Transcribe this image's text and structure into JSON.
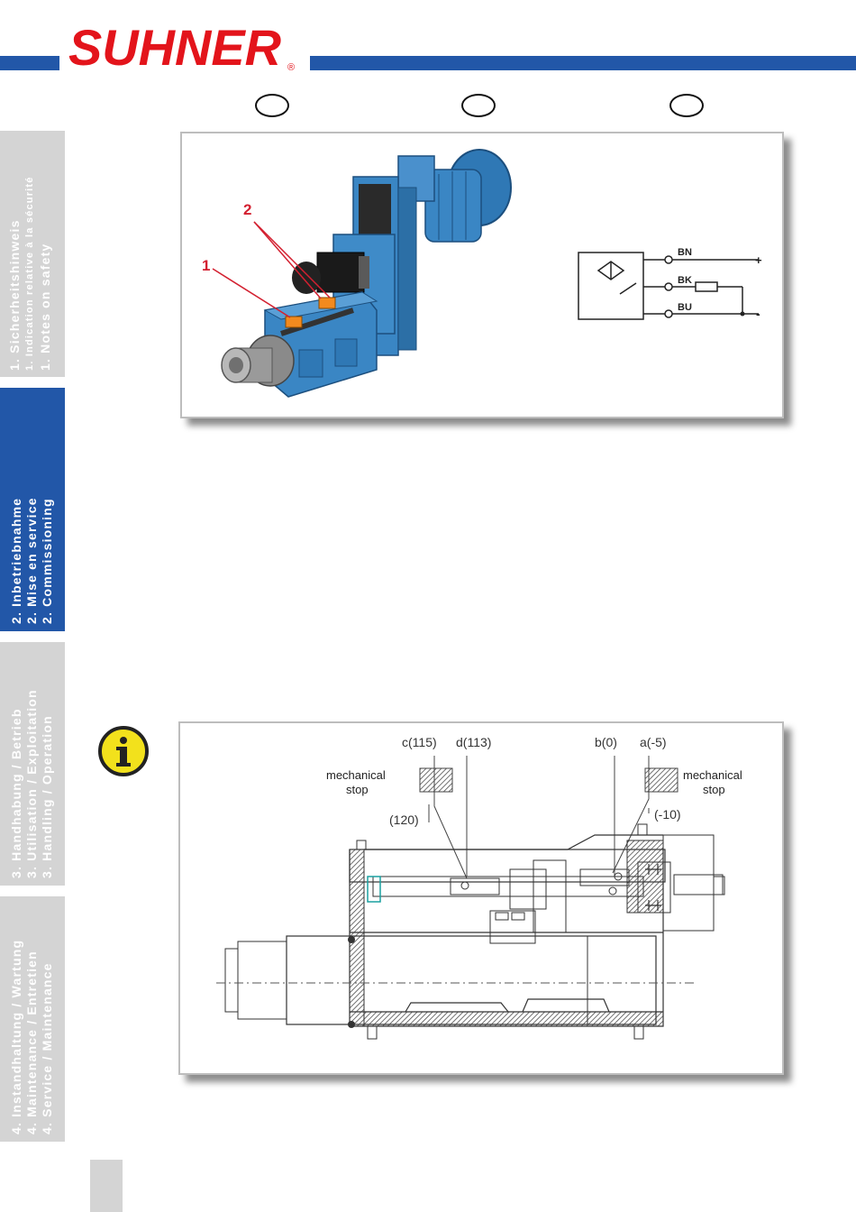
{
  "brand": {
    "name": "SUHNER",
    "registered": "®",
    "color_blue": "#2257a8",
    "color_red": "#e3141b"
  },
  "side_tabs": [
    {
      "lines": [
        "1. Sicherheitshinweis",
        "1. Indication relative à la sécurité",
        "1. Notes on safety"
      ],
      "active": false
    },
    {
      "lines": [
        "2. Inbetriebnahme",
        "2. Mise en service",
        "2. Commissioning"
      ],
      "active": true
    },
    {
      "lines": [
        "3. Handhabung / Betrieb",
        "3. Utilisation / Exploitation",
        "3. Handling / Operation"
      ],
      "active": false
    },
    {
      "lines": [
        "4. Instandhaltung / Wartung",
        "4. Maintenance / Entretien",
        "4. Service / Maintenance"
      ],
      "active": false
    }
  ],
  "figure1": {
    "callout_1": "1",
    "callout_2": "2",
    "wiring": {
      "bn": "BN",
      "bk": "BK",
      "bu": "BU",
      "plus": "+",
      "minus": "-"
    }
  },
  "figure2": {
    "label_c": "c(115)",
    "label_d": "d(113)",
    "label_b": "b(0)",
    "label_a": "a(-5)",
    "mech_stop_left_1": "mechanical",
    "mech_stop_left_2": "stop",
    "mech_stop_right_1": "mechanical",
    "mech_stop_right_2": "stop",
    "left_limit": "(120)",
    "right_limit": "(-10)"
  },
  "icons": {
    "info": "info-icon"
  }
}
